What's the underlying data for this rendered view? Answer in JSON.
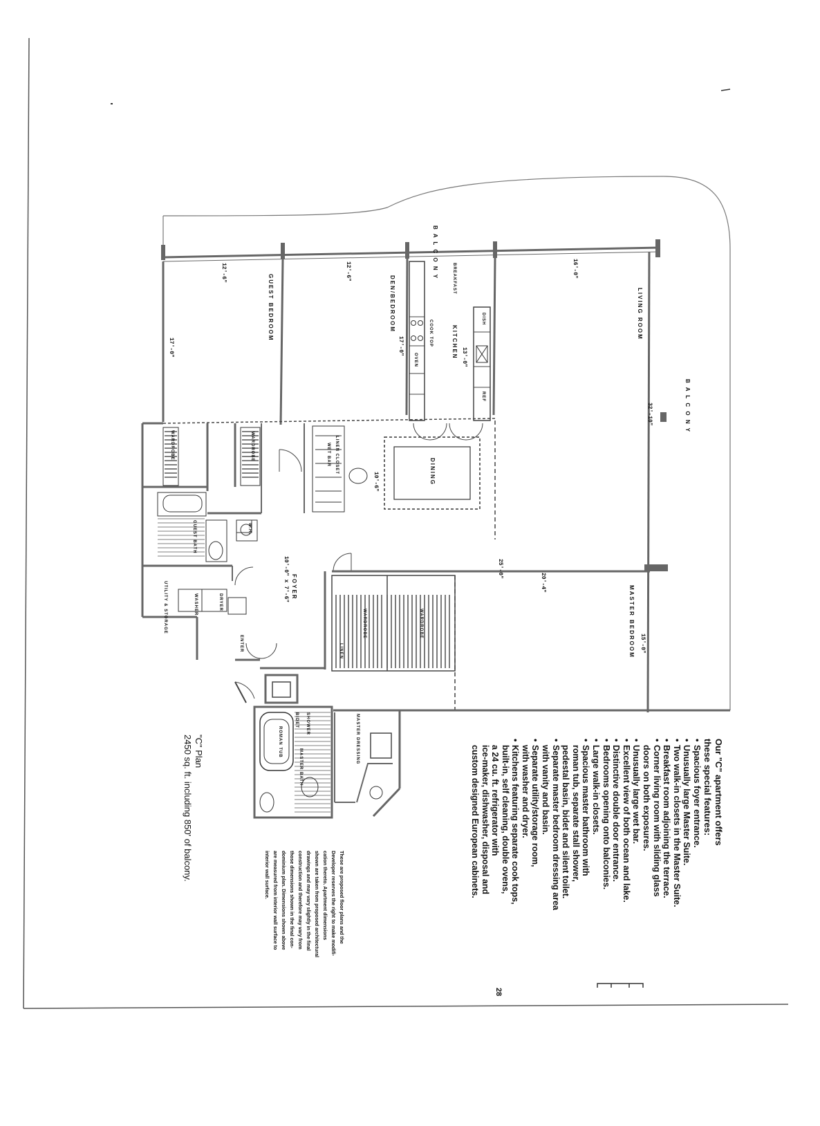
{
  "rooms": {
    "balcony_top": "B A L C O N Y",
    "balcony_right": "B A L C O N Y",
    "guest_bedroom": "GUEST BEDROOM",
    "den_bedroom": "DEN/BEDROOM",
    "breakfast": "BREAKFAST",
    "kitchen": "KITCHEN",
    "living_room": "LIVING ROOM",
    "wardrobe_1": "WARDROBE",
    "wardrobe_2": "WARDROBE",
    "linen_closet": "LINEN CLOSET",
    "dining": "DINING",
    "guest_bath": "GUEST BATH",
    "utility_storage": "UTILITY & STORAGE",
    "foyer": "FOYER",
    "enter": "ENTER",
    "wardrobe_3": "WARDROBE",
    "wardrobe_4": "WARDROBE",
    "master_bedroom": "MASTER BEDROOM",
    "master_dressing": "MASTER DRESSING",
    "master_bath": "MASTER BATH",
    "shower": "SHOWER",
    "roman_tub": "ROMAN TUB",
    "bidet": "BIDET",
    "wet_bar": "WET BAR",
    "cook_top": "COOK TOP",
    "oven": "OVEN",
    "ref": "REF",
    "dish": "DISH",
    "washer": "WASHER",
    "dryer": "DRYER",
    "linen": "LINEN",
    "wh": "W.H."
  },
  "dimensions": {
    "guest_bedroom_w": "12'-6\"",
    "guest_bedroom_l": "17'-0\"",
    "den_w": "12'-6\"",
    "den_l": "17'-0\"",
    "kitchen_l": "13'-0\"",
    "living_w": "16'-0\"",
    "living_l": "32'-10\"",
    "dining_w": "10'-6\"",
    "foyer": "10'-0\" x 7'-6\"",
    "living_dining": "25'-0\"",
    "master_w": "20'-4\"",
    "master_l": "15'-0\""
  },
  "features": {
    "intro_1": "Our \"C\" apartment offers",
    "intro_2": "these special features:",
    "items": [
      "Spacious foyer entrance.",
      "Unusually large Master Suite.",
      "Two walk-in closets in the Master Suite.",
      "Breakfast room adjoining the terrace.",
      "Corner living room with sliding glass",
      "doors on both exposures.",
      "Unusually large wet bar.",
      "Excellent view of both ocean and lake.",
      "Distinctive double door entrance.",
      "Bedrooms opening onto balconies.",
      "Large walk-in closets.",
      "Spacious master bathroom with",
      "roman tub, separate stall shower,",
      "pedestal basin, bidet and silent toilet.",
      "Separate master bedroom dressing area",
      "with vanity and basin.",
      "Separate utility/storage room,",
      "with washer and dryer.",
      "Kitchens featuring separate cook tops,",
      "built-in, self cleaning, double ovens,",
      "a 24 cu. ft. refrigerator with",
      "ice-maker, dishwasher, disposal and",
      "custom designed European cabinets."
    ]
  },
  "plan": {
    "name": "\"C\" Plan",
    "area": "2450 sq. ft. including 850' of balcony."
  },
  "disclaimer": [
    "These are proposed floor plans and the",
    "Developer reserves the right to make modifi-",
    "cation thereto. Apartment dimensions",
    "shown are taken from proposed architectural",
    "drawings and may vary slightly in the final",
    "construction and therefore may vary from",
    "those dimensions shown in the final con-",
    "dominium plan. Dimensions shown above",
    "are measured from interior wall surface to",
    "interior wall surface."
  ],
  "page_number": "28"
}
